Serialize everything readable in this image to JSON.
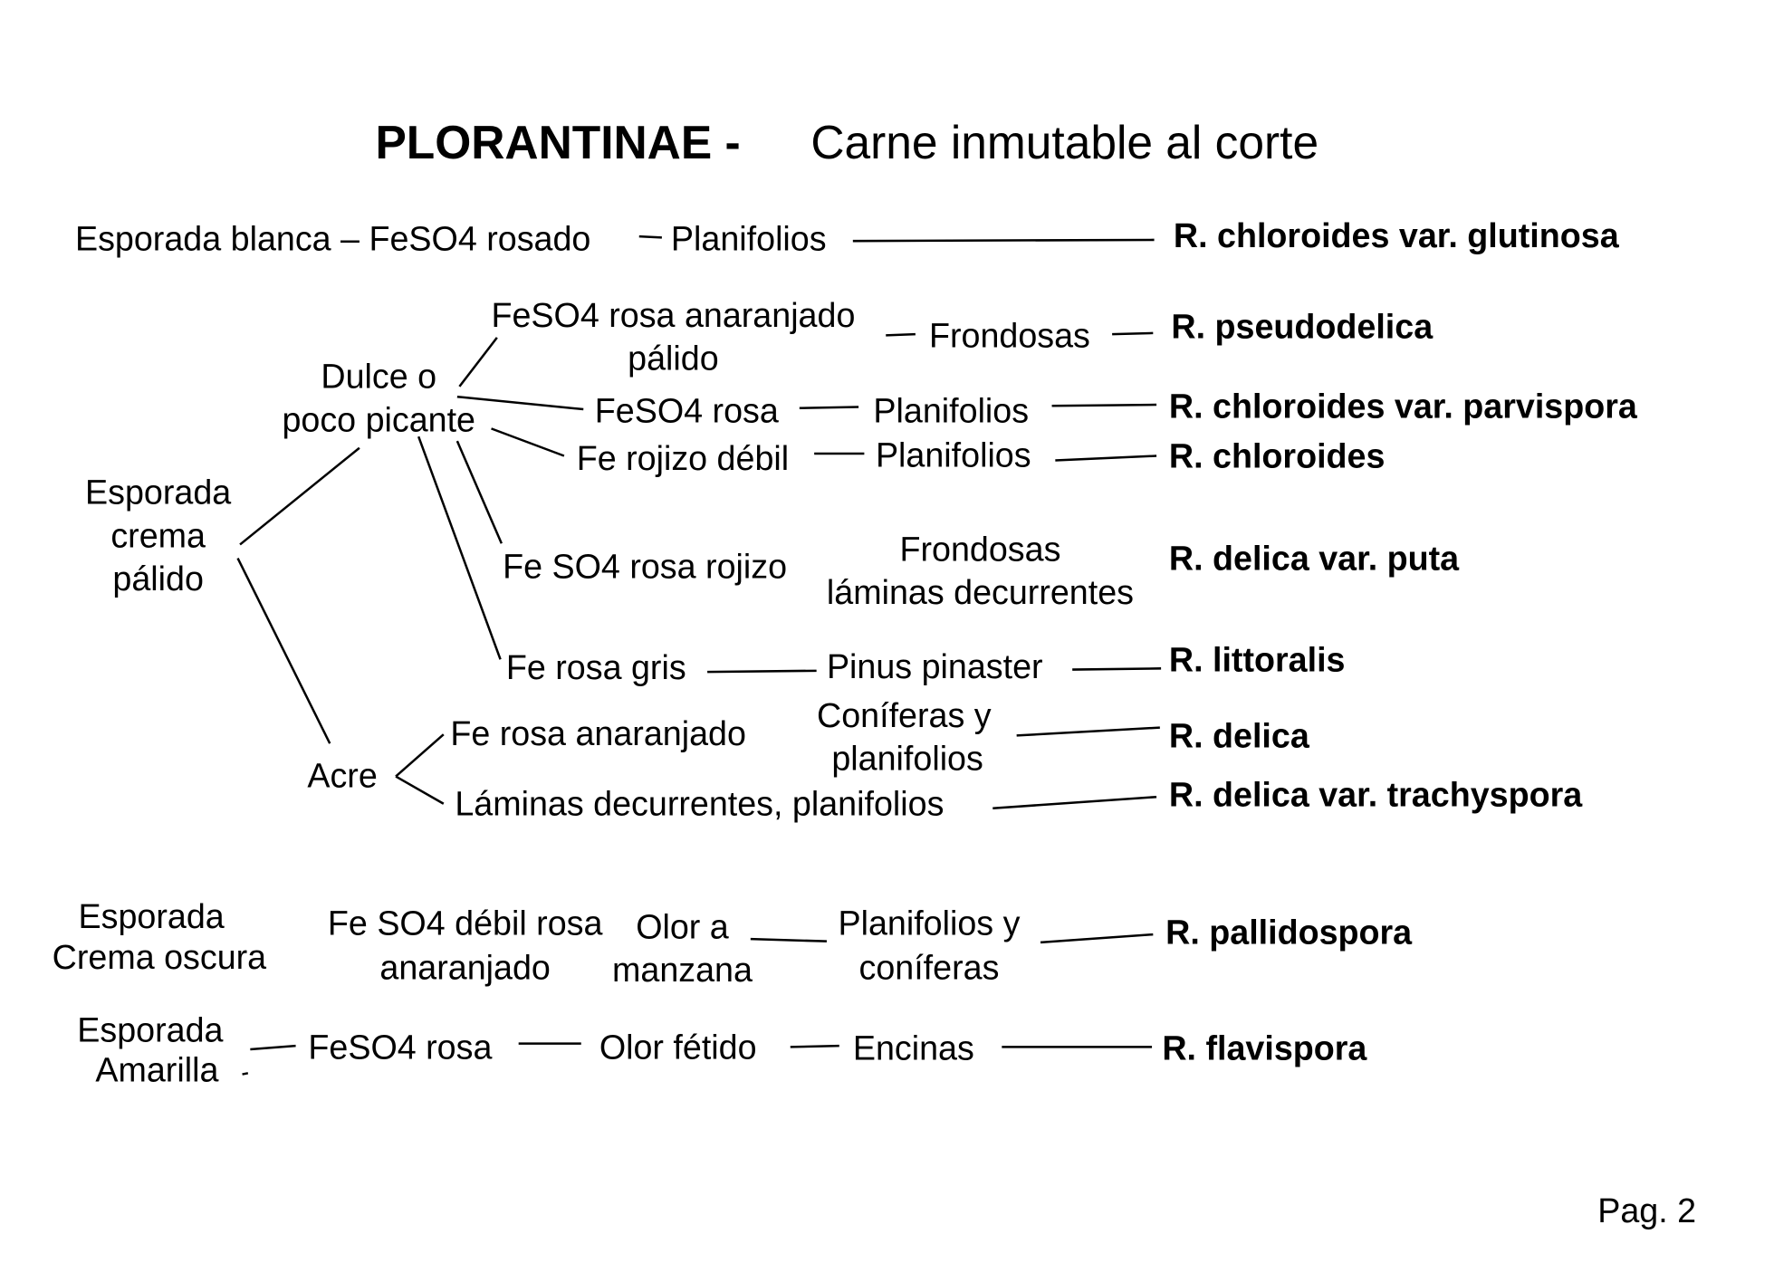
{
  "title": {
    "bold": "PLORANTINAE -",
    "rest": "Carne inmutable al corte"
  },
  "row_blanca": {
    "spore": "Esporada blanca – FeSO4 rosado",
    "habitat": "Planifolios",
    "species": "R. chloroides var. glutinosa"
  },
  "crema_palido": {
    "spore": [
      "Esporada",
      "crema",
      "pálido"
    ],
    "dulce": [
      "Dulce o",
      "poco picante"
    ],
    "acre": "Acre",
    "branches": [
      {
        "reaction": [
          "FeSO4 rosa anaranjado",
          "pálido"
        ],
        "habitat": "Frondosas",
        "species": "R. pseudodelica"
      },
      {
        "reaction": "FeSO4 rosa",
        "habitat": "Planifolios",
        "species": "R. chloroides var. parvispora"
      },
      {
        "reaction": "Fe rojizo débil",
        "habitat": "Planifolios",
        "species": "R. chloroides"
      },
      {
        "reaction": "Fe SO4 rosa rojizo",
        "habitat": [
          "Frondosas",
          "láminas decurrentes"
        ],
        "species": "R. delica var. puta"
      },
      {
        "reaction": "Fe rosa gris",
        "habitat": "Pinus pinaster",
        "species": "R. littoralis"
      },
      {
        "reaction": "Fe rosa anaranjado",
        "habitat": [
          "Coníferas y",
          "planifolios"
        ],
        "species": "R. delica"
      },
      {
        "reaction": "Láminas decurrentes, planifolios",
        "species": "R. delica var. trachyspora"
      }
    ]
  },
  "crema_oscura": {
    "spore": [
      "Esporada",
      "Crema oscura"
    ],
    "reaction": [
      "Fe SO4 débil rosa",
      "anaranjado"
    ],
    "smell": [
      "Olor a",
      "manzana"
    ],
    "habitat": [
      "Planifolios y",
      "coníferas"
    ],
    "species": "R. pallidospora"
  },
  "amarilla": {
    "spore": [
      "Esporada",
      "Amarilla"
    ],
    "reaction": "FeSO4 rosa",
    "smell": "Olor fétido",
    "habitat": "Encinas",
    "species": "R. flavispora"
  },
  "page": "Pag. 2"
}
